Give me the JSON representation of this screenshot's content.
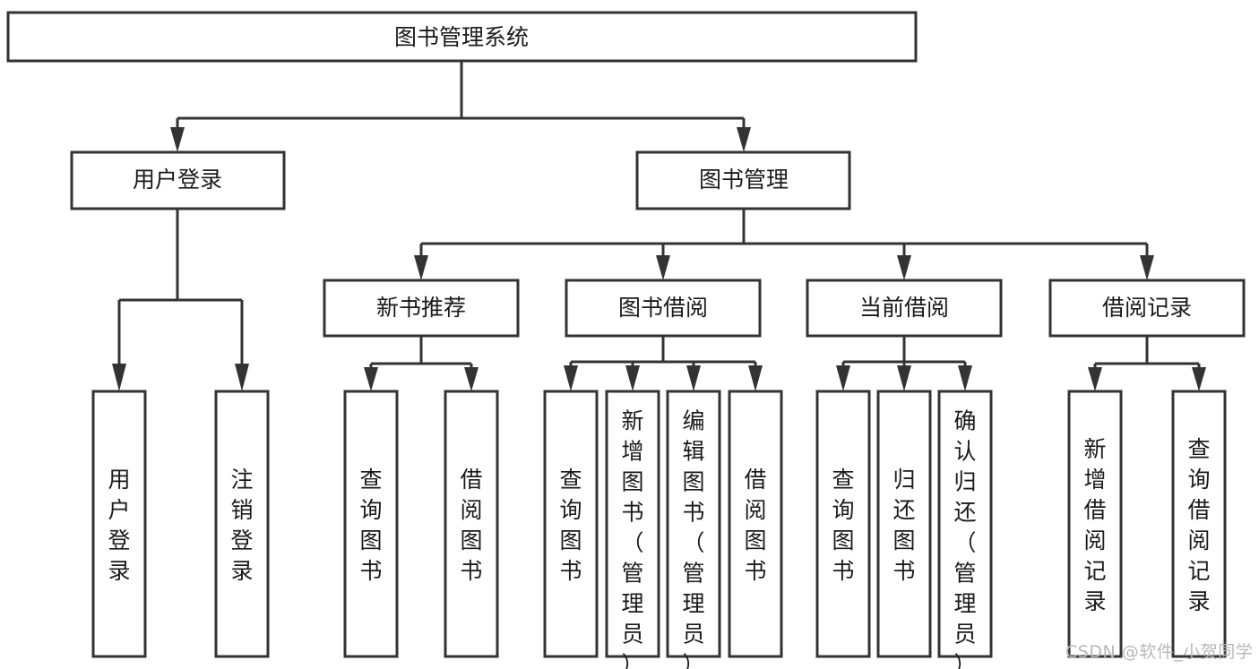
{
  "diagram": {
    "title": "图书管理系统",
    "type": "tree-hierarchy-diagram",
    "colors": {
      "box_stroke": "#333333",
      "box_fill": "#ffffff",
      "text": "#1a1a1a",
      "watermark": "#b8b8b8",
      "background": "#ffffff"
    },
    "root": {
      "label": "图书管理系统"
    },
    "level2": [
      {
        "label": "用户登录"
      },
      {
        "label": "图书管理"
      }
    ],
    "level3": [
      {
        "label": "新书推荐"
      },
      {
        "label": "图书借阅"
      },
      {
        "label": "当前借阅"
      },
      {
        "label": "借阅记录"
      }
    ],
    "leaves": {
      "user_login": [
        {
          "label": "用户登录"
        },
        {
          "label": "注销登录"
        }
      ],
      "new_book_recommend": [
        {
          "label": "查询图书"
        },
        {
          "label": "借阅图书"
        }
      ],
      "book_borrow": [
        {
          "label": "查询图书"
        },
        {
          "label": "新增图书（管理员）"
        },
        {
          "label": "编辑图书（管理员）"
        },
        {
          "label": "借阅图书"
        }
      ],
      "current_borrow": [
        {
          "label": "查询图书"
        },
        {
          "label": "归还图书"
        },
        {
          "label": "确认归还（管理员）"
        }
      ],
      "borrow_record": [
        {
          "label": "新增借阅记录"
        },
        {
          "label": "查询借阅记录"
        }
      ]
    }
  },
  "watermark": {
    "text": "CSDN @软件_小贺同学"
  }
}
